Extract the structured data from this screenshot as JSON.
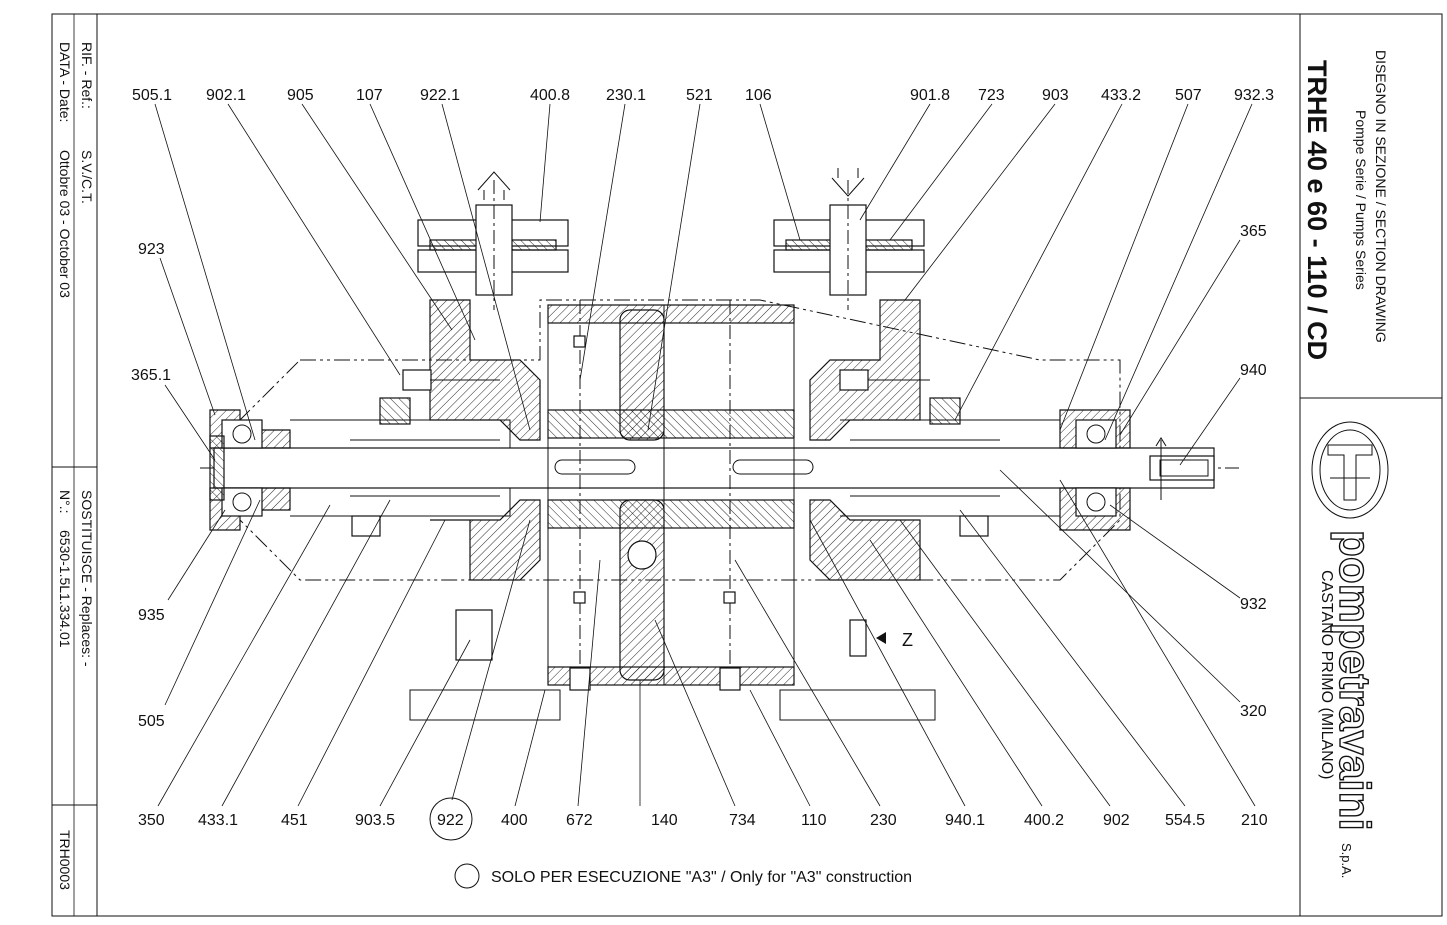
{
  "title_block": {
    "doc_type": "DISEGNO IN SEZIONE / SECTION DRAWING",
    "series": "Pompe Serie / Pumps Series",
    "model": "TRHE 40 e 60 - 110 / CD",
    "company": "pompetravaini",
    "company_suffix": "S.p.A.",
    "location": "CASTANO PRIMO   (MILANO)"
  },
  "side_block": {
    "ref_label": "RIF. - Ref.:",
    "ref_value": "S.V./C.T.",
    "date_label": "DATA - Date:",
    "date_value": "Ottobre 03 - October 03",
    "replaces_label": "SOSTITUISCE - Replaces: -",
    "number_label": "N°.:",
    "number_value": "6530-1.5L1.334.01",
    "drawing_code": "TRH0003"
  },
  "labels": {
    "top": [
      "505.1",
      "902.1",
      "905",
      "107",
      "922.1",
      "400.8",
      "230.1",
      "521",
      "106",
      "901.8",
      "723",
      "903",
      "433.2",
      "507",
      "932.3"
    ],
    "left": [
      "923",
      "365.1",
      "935",
      "505"
    ],
    "right": [
      "365",
      "940",
      "932",
      "320"
    ],
    "bottom": [
      "350",
      "433.1",
      "451",
      "903.5",
      "922",
      "400",
      "672",
      "140",
      "734",
      "110",
      "230",
      "940.1",
      "400.2",
      "902",
      "554.5",
      "210"
    ],
    "view_marker": "Z"
  },
  "note": "SOLO PER ESECUZIONE \"A3\" / Only for \"A3\" construction"
}
